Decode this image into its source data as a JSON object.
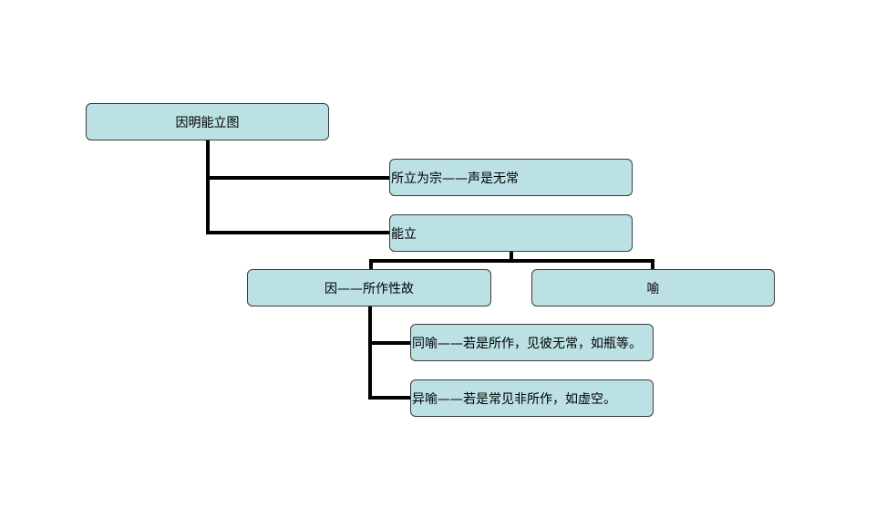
{
  "diagram": {
    "title": "因明能立图",
    "thesis": "所立为宗——声是无常",
    "proof": "能立",
    "reason": "因——所作性故",
    "example": "喻",
    "similar_example": "同喻——若是所作，见彼无常，如瓶等。",
    "dissimilar_example": "异喻——若是常见非所作，如虚空。"
  },
  "colors": {
    "node_fill": "#bbe1e4",
    "node_border": "#3b3b3b",
    "connector": "#000000"
  }
}
